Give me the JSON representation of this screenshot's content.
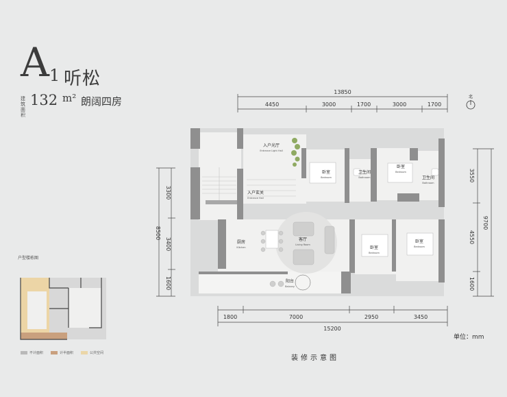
{
  "title": {
    "letter": "A",
    "number": "1",
    "name": "听松"
  },
  "area": {
    "tag": "建筑面积",
    "value": "132",
    "unit": "m²",
    "type": "朗阔四房"
  },
  "dimensions": {
    "top_total": "13850",
    "top": [
      "4450",
      "3000",
      "1700",
      "3000",
      "1700"
    ],
    "bottom_total": "15200",
    "bottom": [
      "1800",
      "7000",
      "2950",
      "3450"
    ],
    "left_total": "8500",
    "left": [
      "3300",
      "3400",
      "1600"
    ],
    "right_total": "9700",
    "right": [
      "3550",
      "4550",
      "1600"
    ]
  },
  "north": "北",
  "rooms": [
    {
      "cn": "入户光厅",
      "en": "Entrance Light Hall"
    },
    {
      "cn": "入户玄关",
      "en": "Entrance Hall"
    },
    {
      "cn": "卧室",
      "en": "Bedroom"
    },
    {
      "cn": "卫生间",
      "en": "Bathroom"
    },
    {
      "cn": "卧室",
      "en": "Bedroom"
    },
    {
      "cn": "卫生间",
      "en": "Bathroom"
    },
    {
      "cn": "客厅",
      "en": "Living Room"
    },
    {
      "cn": "厨房",
      "en": "Kitchen"
    },
    {
      "cn": "卧室",
      "en": "Bedroom"
    },
    {
      "cn": "卧室",
      "en": "Bedroom"
    },
    {
      "cn": "阳台",
      "en": "Balcony"
    }
  ],
  "key_plan": {
    "title": "户型楼栋图"
  },
  "legend": [
    {
      "label": "不计面积",
      "color": "#b9b9b9"
    },
    {
      "label": "计半面积",
      "color": "#c9a07e"
    },
    {
      "label": "公共空间",
      "color": "#ebd6a8"
    }
  ],
  "unit_note": "单位：mm",
  "caption": "装修示意图"
}
